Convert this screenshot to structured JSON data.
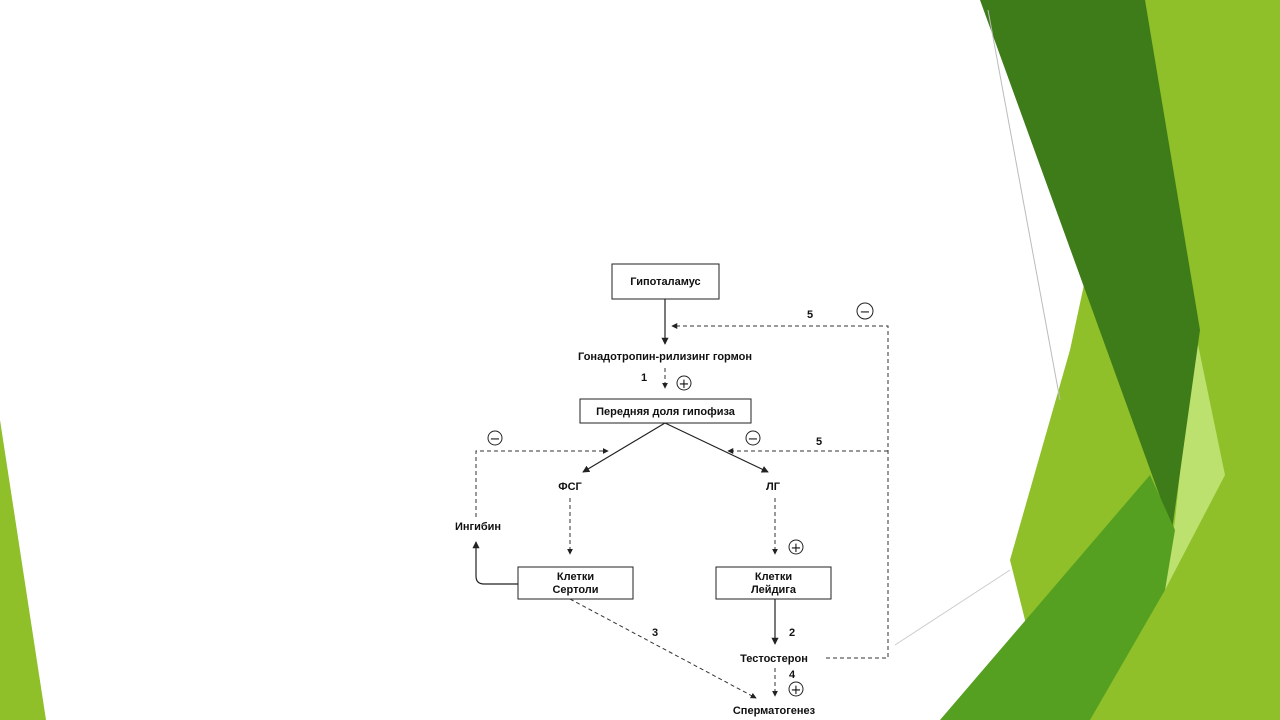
{
  "theme": {
    "dark_green": "#3e7b19",
    "light_green": "#8fc02a",
    "mid_green": "#55a020",
    "pale_green": "#bde16e"
  },
  "diagram": {
    "hypothalamus": "Гипоталамус",
    "gnrh": "Гонадотропин-рилизинг гормон",
    "anterior_pituitary": "Передняя доля гипофиза",
    "fsh": "ФСГ",
    "lh": "ЛГ",
    "inhibin": "Ингибин",
    "sertoli_line1": "Клетки",
    "sertoli_line2": "Сертоли",
    "leydig_line1": "Клетки",
    "leydig_line2": "Лейдига",
    "testosterone": "Тестостерон",
    "spermatogenesis": "Сперматогенез",
    "numbers": {
      "n1": "1",
      "n2": "2",
      "n3": "3",
      "n4": "4",
      "n5_top": "5",
      "n5_mid": "5"
    },
    "signs": {
      "plus": "+",
      "minus": "−"
    }
  }
}
